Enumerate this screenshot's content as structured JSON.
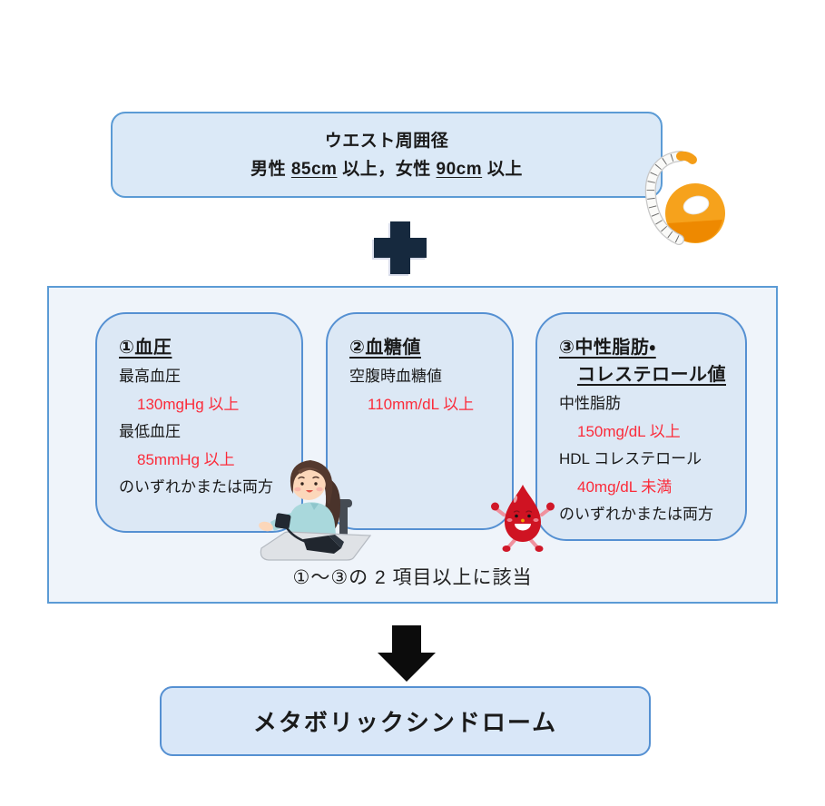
{
  "palette": {
    "outline_blue": "#5b9bd5",
    "inner_border_blue": "#5590d2",
    "top_box_fill": "#dbe9f7",
    "inner_box_fill": "#dce8f5",
    "outer_box_fill": "#eff4fa",
    "result_box_fill": "#d9e7f8",
    "highlight_red": "#fb2b3a",
    "plus_navy": "#16293e",
    "arrow_black": "#0c0c0c",
    "tape_orange": "#f6a21c"
  },
  "waist_box": {
    "title": "ウエスト周囲径",
    "criteria_prefix": "男性 ",
    "male_value": "85cm",
    "criteria_middle": " 以上，女性 ",
    "female_value": "90cm",
    "criteria_suffix": " 以上"
  },
  "criteria_section": {
    "blood_pressure": {
      "heading": "①血圧",
      "line1": "最高血圧",
      "value1": "130mgHg 以上",
      "line2": "最低血圧",
      "value2": "85mmHg 以上",
      "note": "のいずれかまたは両方"
    },
    "blood_sugar": {
      "heading": "②血糖値",
      "line1": "空腹時血糖値",
      "value1": "110mm/dL 以上"
    },
    "lipid": {
      "heading_line1": "③中性脂肪・",
      "heading_line2": "コレステロール値",
      "line1": "中性脂肪",
      "value1": "150mg/dL 以上",
      "line2": "HDL コレステロール",
      "value2": "40mg/dL 未満",
      "note": "のいずれかまたは両方"
    },
    "summary": "①〜③の 2 項目以上に該当"
  },
  "result_box": {
    "label": "メタボリックシンドローム"
  },
  "icons": {
    "tape_measure": "tape-measure-icon",
    "plus": "plus-icon",
    "blood_pressure_illustration": "blood-pressure-measurement-illustration",
    "blood_drop": "blood-drop-character",
    "down_arrow": "down-arrow-icon"
  }
}
